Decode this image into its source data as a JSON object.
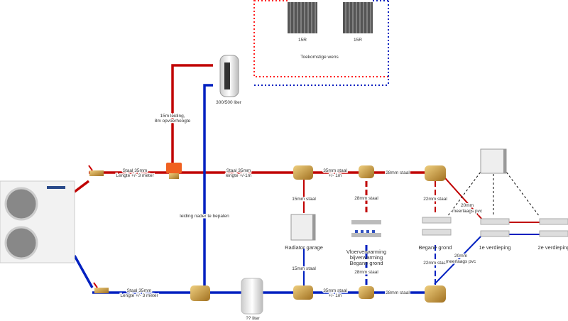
{
  "colors": {
    "supply": "#c00000",
    "return": "#0020c0",
    "future": "#ff2020",
    "control": "#000000",
    "brass": "#c8a050"
  },
  "solar": {
    "collectors": [
      "15R",
      "15R"
    ],
    "caption": "Toekomstige wens"
  },
  "boiler": {
    "label": "300/500 liter",
    "riser_label": [
      "15m leiding,",
      "8m opvoerhoogte"
    ]
  },
  "buffer": {
    "label": "?? liter"
  },
  "supply": {
    "seg1": [
      "Staal 35mm",
      "Lengte +/- 3 meter"
    ],
    "seg2": [
      "Staal 35mm",
      "lengte +/-1m"
    ],
    "seg3": [
      "35mm staal",
      "+/- 1m"
    ],
    "seg4": "28mm staal"
  },
  "return": {
    "seg1": [
      "Staal 35mm",
      "Lengte +/- 3 meter"
    ],
    "seg3": [
      "35mm staal",
      "+/- 1m"
    ],
    "seg4": "28mm staal",
    "tbd": "leiding nader te bepalen"
  },
  "branches": {
    "radiator_supply": "15mm staal",
    "radiator_return": "15mm staal",
    "floor_supply": "28mm staal",
    "floor_return": "28mm staal",
    "ground_supply": "22mm staal",
    "ground_return": "22mm staal",
    "upper_supply": [
      "20mm",
      "meerlaags pvc"
    ],
    "upper_return": [
      "20mm",
      "meerlaags pvc"
    ]
  },
  "consumers": {
    "radiator": "Radiator garage",
    "floor": [
      "Vloerverwarming",
      "bijverwarming",
      "Begane grond"
    ],
    "ground": "Begane grond",
    "first": "1e verdieping",
    "second": "2e verdieping"
  }
}
